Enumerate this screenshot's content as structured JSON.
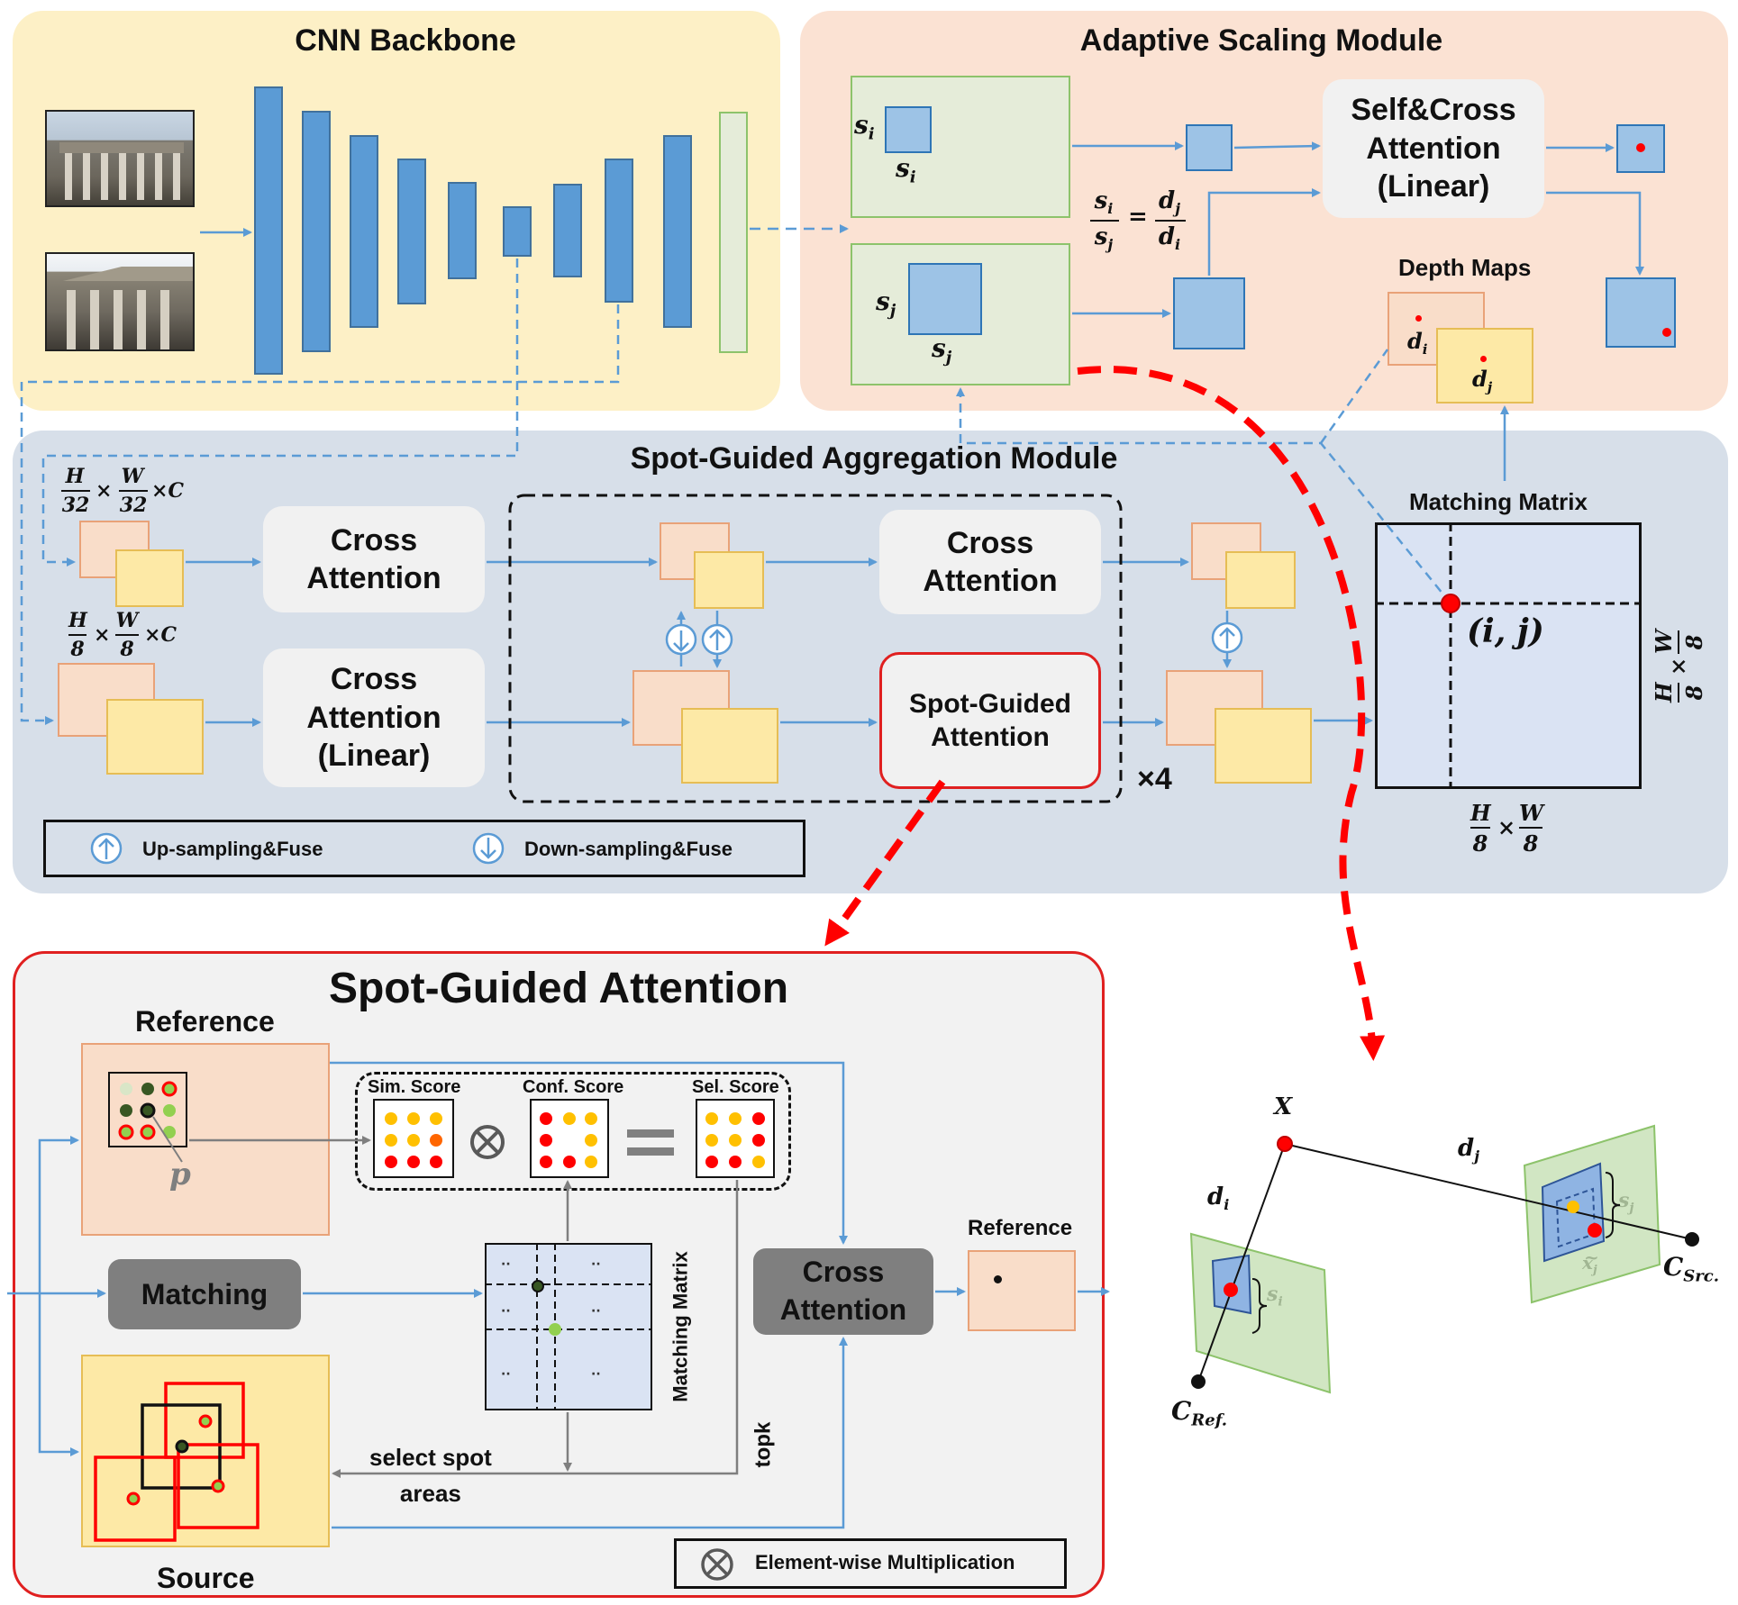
{
  "backbone": {
    "title": "CNN Backbone"
  },
  "asm": {
    "title": "Adaptive Scaling Module",
    "attention_line1": "Self&Cross",
    "attention_line2": "Attention",
    "attention_line3": "(Linear)",
    "depth_maps": "Depth Maps",
    "s_i": "s",
    "sub_i": "i",
    "s_j": "s",
    "sub_j": "j",
    "d": "d",
    "equals": "="
  },
  "sgam": {
    "title": "Spot-Guided Aggregation Module",
    "dims_top_H": "H",
    "dims_top_32a": "32",
    "dims_top_W": "W",
    "dims_top_32b": "32",
    "dims_times": "×",
    "dims_C": "C",
    "dims_bot_8a": "8",
    "dims_bot_8b": "8",
    "cross_attention_1a": "Cross",
    "cross_attention_1b": "Attention",
    "cross_attention_2a": "Cross",
    "cross_attention_2b": "Attention",
    "cross_attention_linear_a": "Cross",
    "cross_attention_linear_b": "Attention",
    "cross_attention_linear_c": "(Linear)",
    "spot_guided_a": "Spot-Guided",
    "spot_guided_b": "Attention",
    "repeat": "×4",
    "matching_matrix": "Matching Matrix",
    "ij": "(i, j)",
    "legend_up": "Up-sampling&Fuse",
    "legend_down": "Down-sampling&Fuse"
  },
  "sga": {
    "title": "Spot-Guided Attention",
    "reference": "Reference",
    "source": "Source",
    "matching": "Matching",
    "sim_score": "Sim. Score",
    "conf_score": "Conf. Score",
    "sel_score": "Sel. Score",
    "matching_matrix": "Matching Matrix",
    "topk": "topk",
    "select_spot_1": "select spot",
    "select_spot_2": "areas",
    "cross_attention_a": "Cross",
    "cross_attention_b": "Attention",
    "reference_out": "Reference",
    "p": "p",
    "legend": "Element-wise Multiplication"
  },
  "geometry": {
    "X": "X",
    "d_i": "d",
    "d_j": "d",
    "x_i": "x",
    "x_j": "x",
    "s_i": "s",
    "s_j": "s",
    "c_ref_base": "C",
    "c_ref_sub": "Ref.",
    "c_src_base": "C",
    "c_src_sub": "Src."
  },
  "colors": {
    "blue_arrow": "#5b9bd5",
    "red_dash": "#ff0000",
    "backbone_panel": "#fdf0c6",
    "asm_panel": "#fbe2d3",
    "sgam_panel": "#d7dfe9",
    "feature_orange": "#f9ddc9",
    "feature_yellow": "#fde9a6",
    "dot_red": "#ff0000",
    "dot_orange": "#ffc000",
    "dot_green": "#92d050"
  }
}
